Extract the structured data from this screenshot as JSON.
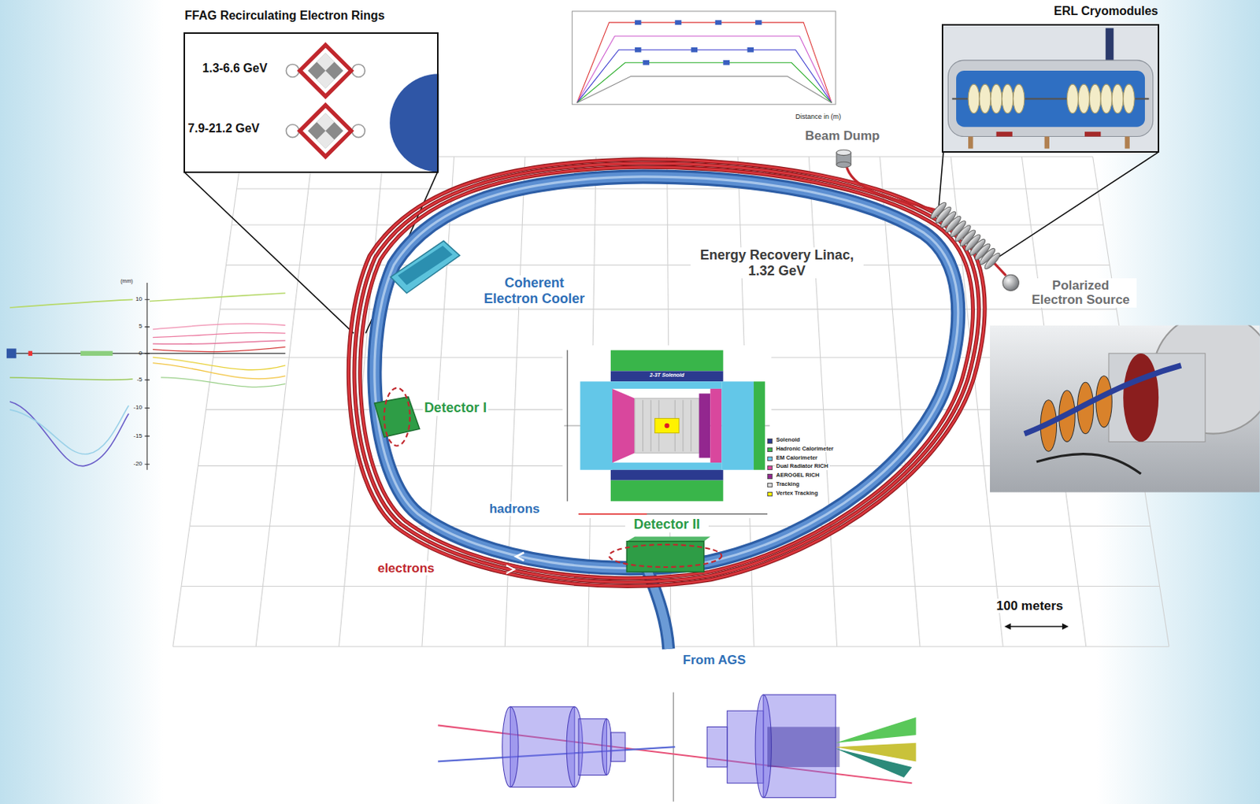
{
  "diagram": {
    "nodes": [
      {
        "text": [
          "FFAG Recirculating Electron Rings",
          "1.3-6.6 GeV",
          "7.9-21.2 GeV"
        ]
      },
      {
        "text": [
          "ERL Cryomodules"
        ]
      },
      {
        "text": [
          "Coherent Electron Cooler"
        ]
      },
      {
        "text": [
          "Detector I"
        ]
      },
      {
        "text": [
          "Detector II"
        ]
      }
    ],
    "labels": [
      "Beam Dump",
      "Energy Recovery Linac, 1.32 GeV",
      "Polarized Electron Source",
      "hadrons",
      "electrons",
      "100 meters",
      "From AGS",
      "Distance in (m)",
      "(mm)",
      "10",
      "5",
      "0",
      "-5",
      "-10",
      "-15",
      "-20",
      "2-3T Solenoid"
    ],
    "legend": [
      {
        "text": "Solenoid",
        "color": "#2b3a8f"
      },
      {
        "text": "Hadronic Calorimeter",
        "color": "#39b54a"
      },
      {
        "text": "EM Calorimeter",
        "color": "#63c7e8"
      },
      {
        "text": "Dual Radiator RICH",
        "color": "#d9479d"
      },
      {
        "text": "AEROGEL RICH",
        "color": "#93278f"
      },
      {
        "text": "Tracking",
        "color": "#d9d9d9"
      },
      {
        "text": "Vertex Tracking",
        "color": "#fff200"
      }
    ]
  }
}
